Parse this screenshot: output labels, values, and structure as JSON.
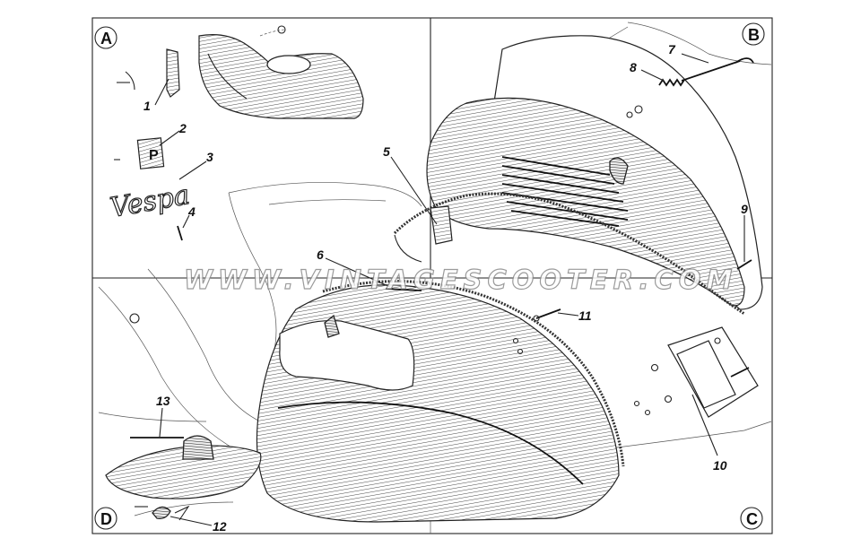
{
  "quadrants": [
    {
      "id": "A",
      "label": "A"
    },
    {
      "id": "B",
      "label": "B"
    },
    {
      "id": "C",
      "label": "C"
    },
    {
      "id": "D",
      "label": "D"
    }
  ],
  "part_numbers": [
    "1",
    "2",
    "3",
    "4",
    "5",
    "6",
    "7",
    "8",
    "9",
    "10",
    "11",
    "12",
    "13"
  ],
  "logo_text": "Vespa",
  "watermark": "WWW.VINTAGESCOOTER.COM"
}
